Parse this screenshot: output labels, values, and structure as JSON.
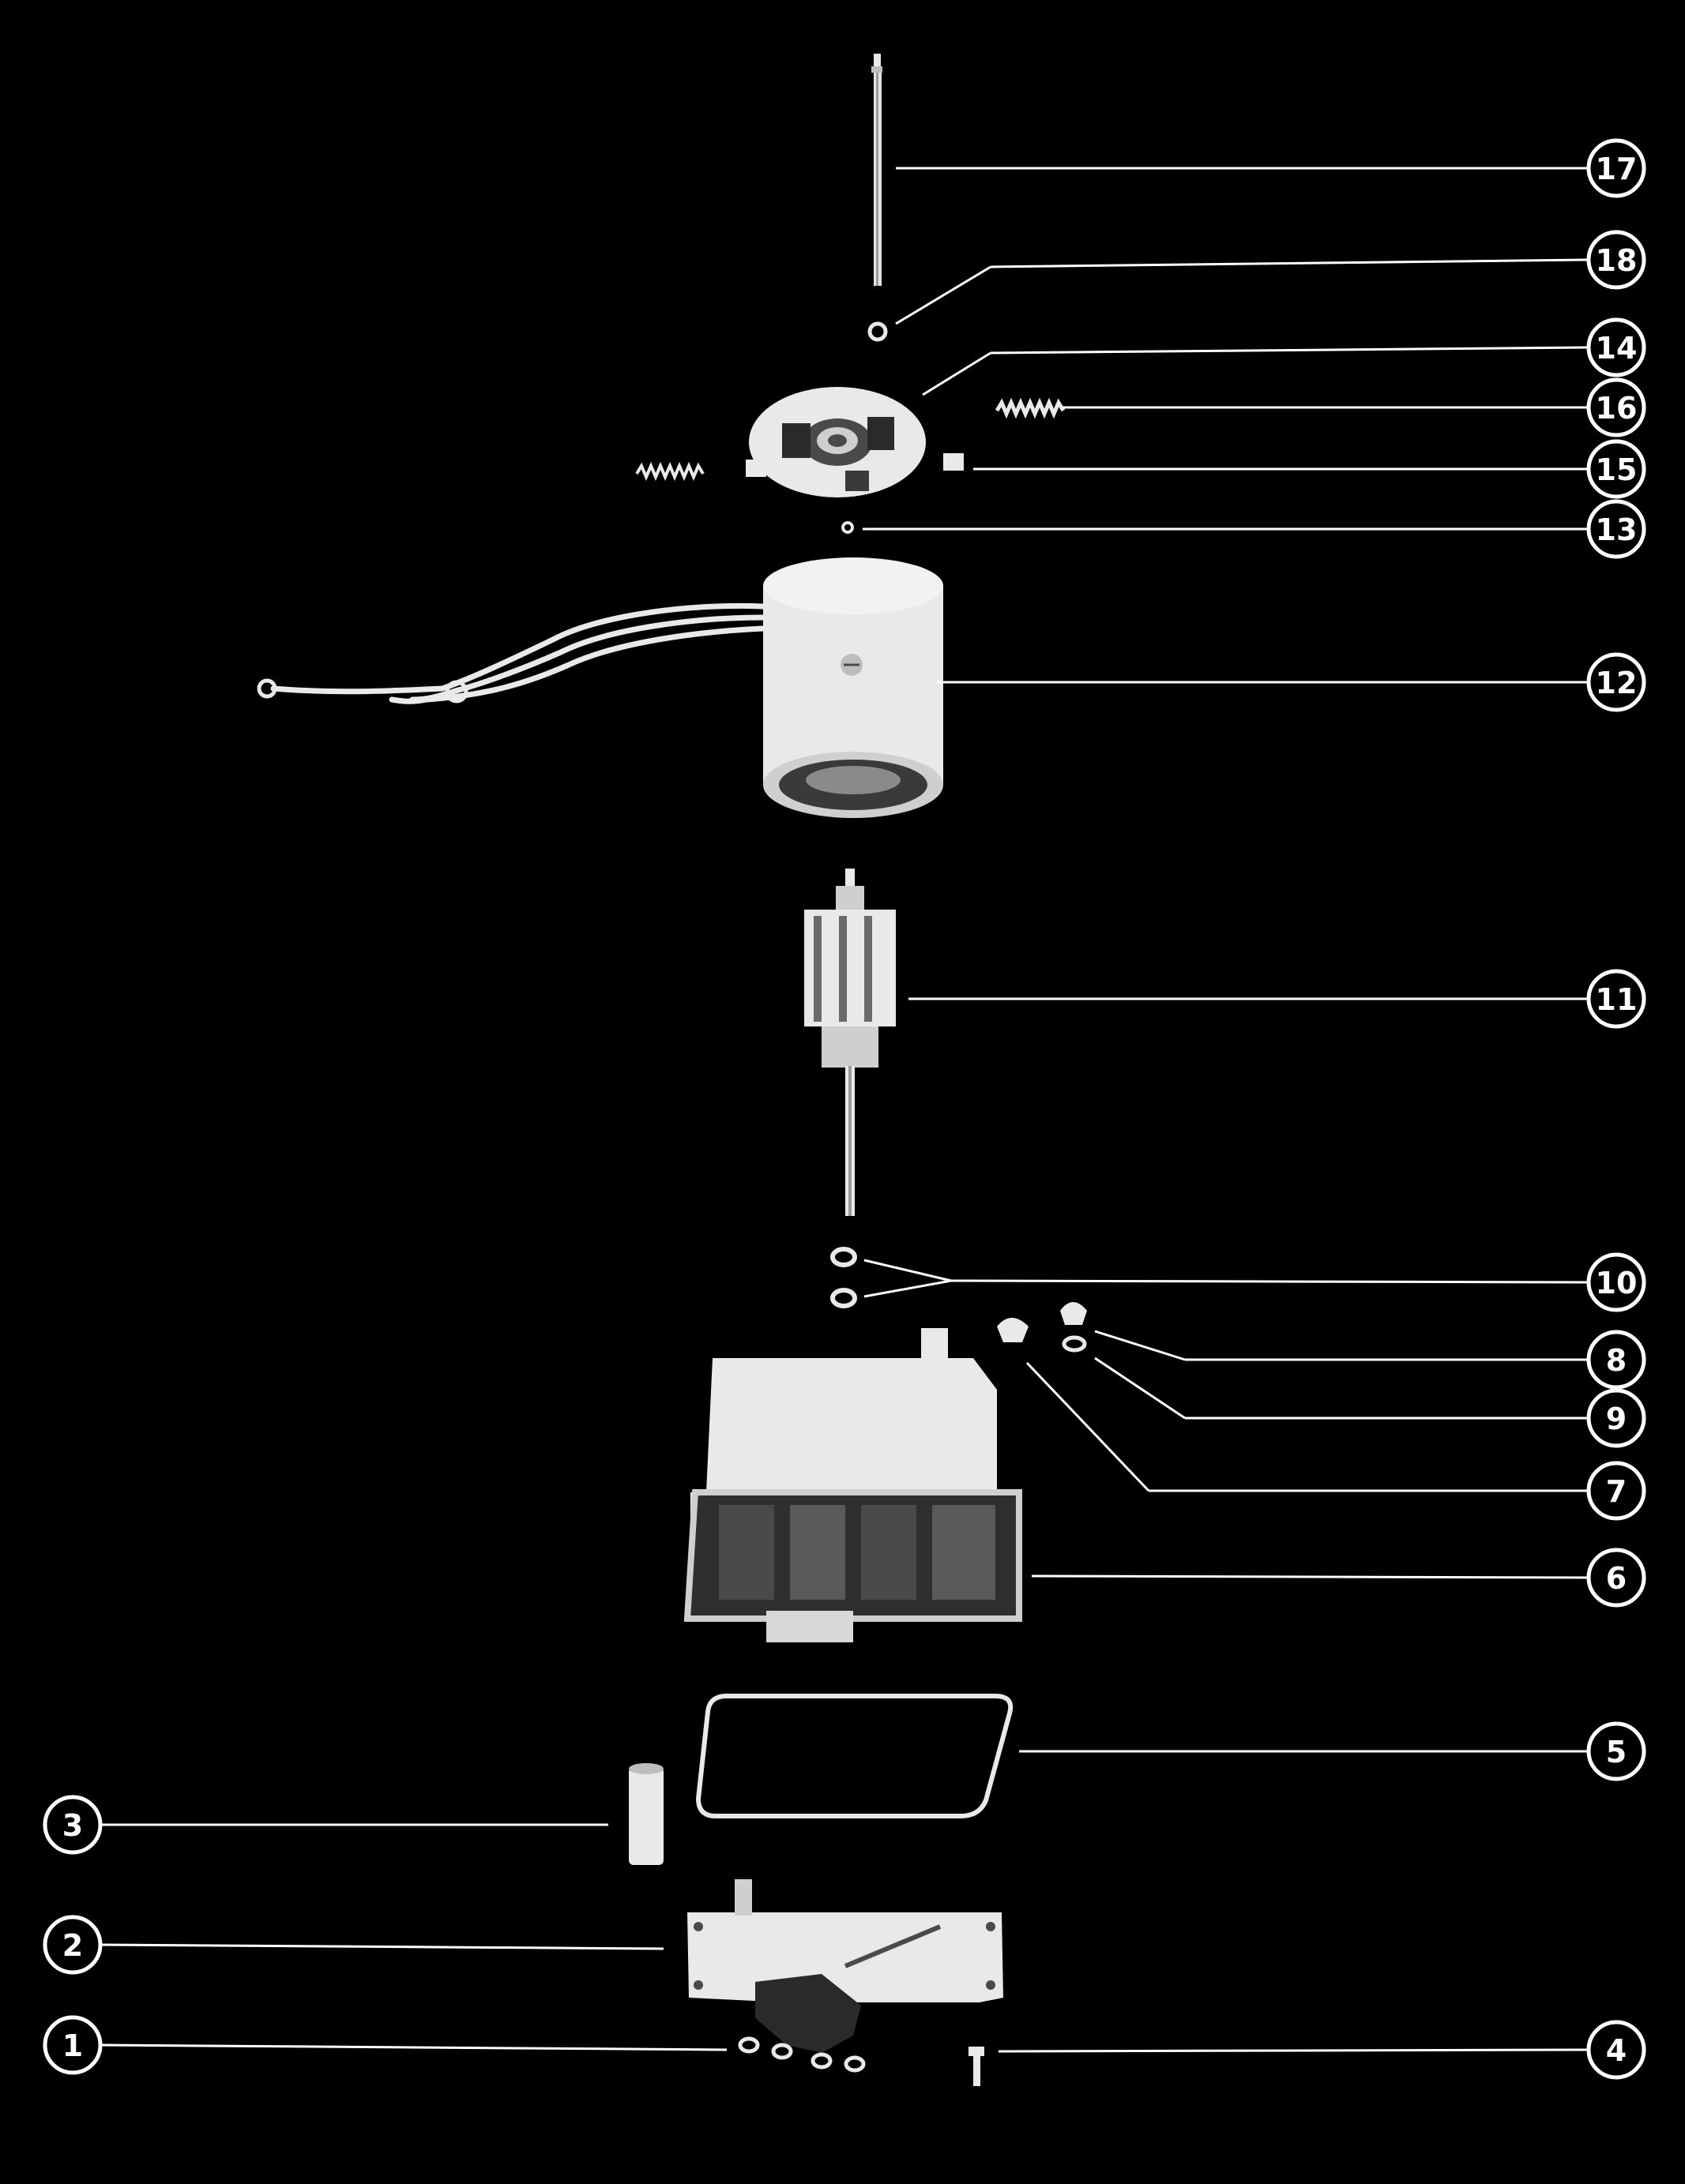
{
  "diagram": {
    "colors": {
      "background": "#000000",
      "line": "#ffffff",
      "part_light": "#e9e9e9",
      "part_mid": "#bdbdbd",
      "part_dark": "#4a4a4a"
    },
    "callouts": [
      {
        "id": "17",
        "label": "17"
      },
      {
        "id": "18",
        "label": "18"
      },
      {
        "id": "14",
        "label": "14"
      },
      {
        "id": "16",
        "label": "16"
      },
      {
        "id": "15",
        "label": "15"
      },
      {
        "id": "13",
        "label": "13"
      },
      {
        "id": "12",
        "label": "12"
      },
      {
        "id": "11",
        "label": "11"
      },
      {
        "id": "10",
        "label": "10"
      },
      {
        "id": "8",
        "label": "8"
      },
      {
        "id": "9",
        "label": "9"
      },
      {
        "id": "7",
        "label": "7"
      },
      {
        "id": "6",
        "label": "6"
      },
      {
        "id": "5",
        "label": "5"
      },
      {
        "id": "3",
        "label": "3"
      },
      {
        "id": "2",
        "label": "2"
      },
      {
        "id": "1",
        "label": "1"
      },
      {
        "id": "4",
        "label": "4"
      }
    ]
  }
}
